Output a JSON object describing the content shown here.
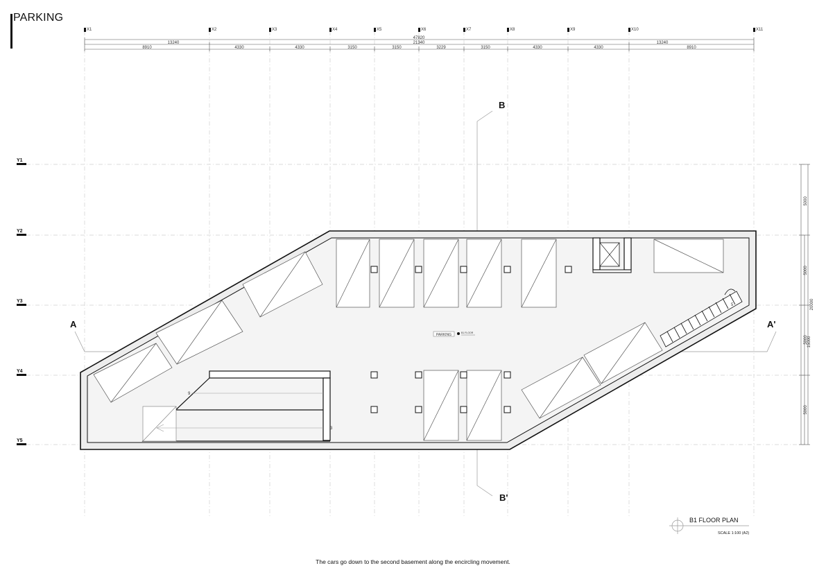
{
  "title": "PARKING",
  "plan_name": "B1 FLOOR PLAN",
  "scale": "SCALE 1:100 (A2)",
  "caption": "The cars go down to the second basement along the encircling movement.",
  "parking_tag": "PARKING",
  "level_tag": "B1 FLOOR",
  "sections": {
    "a": "A",
    "a_prime": "A'",
    "b": "B",
    "b_prime": "B'"
  },
  "grid_rows": [
    "Y1",
    "Y2",
    "Y3",
    "Y4",
    "Y5"
  ],
  "grid_cols": [
    "X1",
    "X2",
    "X3",
    "X4",
    "X5",
    "X6",
    "X7",
    "X8",
    "X9",
    "X10",
    "X11"
  ],
  "dimensions": {
    "overall": "47820",
    "center": "21340",
    "left_group": "13240",
    "right_group": "13240",
    "segments": [
      "8910",
      "4330",
      "4330",
      "3150",
      "3150",
      "3229",
      "3150",
      "4330",
      "4330",
      "8910"
    ],
    "right_outer": "20000",
    "right_mid": "15000",
    "right_segments": [
      "5000",
      "5000",
      "5000",
      "5000"
    ]
  },
  "ramp_labels": [
    "9",
    "3"
  ],
  "stair_label": "5"
}
